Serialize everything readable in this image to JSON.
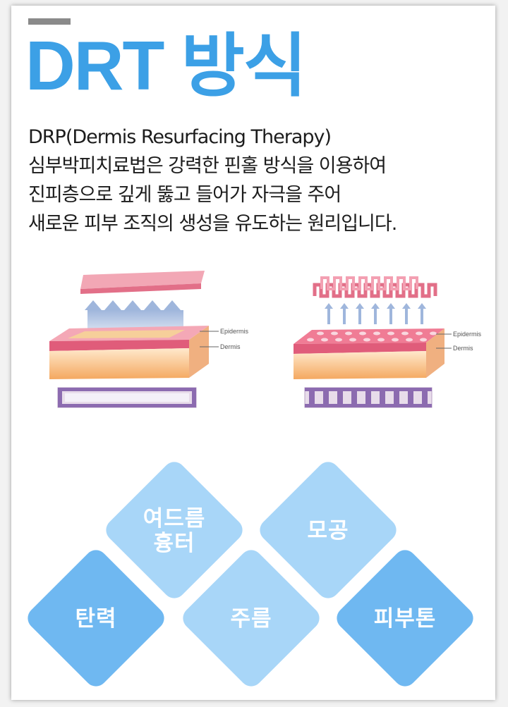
{
  "header": {
    "title": "DRT 방식"
  },
  "description": {
    "lines": [
      "DRP(Dermis Resurfacing Therapy)",
      "심부박피치료법은 강력한 핀홀 방식을 이용하여",
      "진피층으로 깊게 뚫고 들어가 자극을 주어",
      "새로운 피부 조직의 생성을 유도하는 원리입니다."
    ]
  },
  "diagrams": {
    "left": {
      "epidermis_label": "Epidermis",
      "dermis_label": "Dermis"
    },
    "right": {
      "epidermis_label": "Epidermis",
      "dermis_label": "Dermis"
    }
  },
  "benefits": {
    "acne_scar": {
      "line1": "여드름",
      "line2": "흉터"
    },
    "pores": "모공",
    "elasticity": "탄력",
    "wrinkles": "주름",
    "skin_tone": "피부톤"
  },
  "colors": {
    "title": "#3ca0e6",
    "diamond_light": "#a8d6f8",
    "diamond_dark": "#6fb8f1"
  }
}
